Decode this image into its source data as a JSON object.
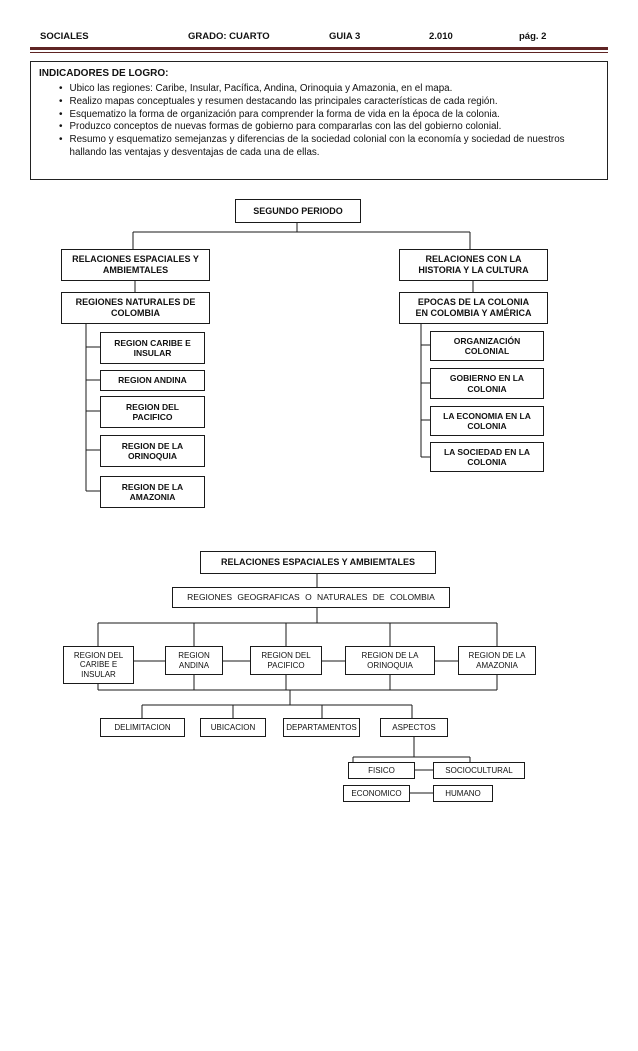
{
  "header": {
    "subject": "SOCIALES",
    "grade": "GRADO: CUARTO",
    "guide": "GUIA 3",
    "year": "2.010",
    "page": "pág. 2"
  },
  "indicators": {
    "title": "INDICADORES DE LOGRO:",
    "items": [
      "Ubico las regiones: Caribe, Insular, Pacífica, Andina, Orinoquia y Amazonia, en el mapa.",
      "Realizo mapas conceptuales y resumen destacando las principales características de cada región.",
      "Esquematizo la forma de organización para comprender la forma de vida en la época de la colonia.",
      "Produzco conceptos de nuevas formas de gobierno para compararlas con las del gobierno colonial.",
      "Resumo y esquematizo semejanzas y diferencias de la sociedad colonial con la economía y sociedad de nuestros hallando las ventajas y desventajas de cada una de ellas."
    ]
  },
  "diagram1": {
    "root": "SEGUNDO PERIODO",
    "left": {
      "level1": "RELACIONES ESPACIALES Y AMBIEMTALES",
      "level2": "REGIONES NATURALES DE COLOMBIA",
      "children": [
        "REGION CARIBE E INSULAR",
        "REGION ANDINA",
        "REGION DEL PACIFICO",
        "REGION DE LA ORINOQUIA",
        "REGION DE LA AMAZONIA"
      ]
    },
    "right": {
      "level1": "RELACIONES CON LA HISTORIA Y LA CULTURA",
      "level2": "EPOCAS DE LA COLONIA EN COLOMBIA Y AMÉRICA",
      "children": [
        "ORGANIZACIÓN COLONIAL",
        "GOBIERNO EN LA COLONIA",
        "LA ECONOMIA EN LA COLONIA",
        "LA SOCIEDAD EN LA COLONIA"
      ]
    }
  },
  "diagram2": {
    "root": "RELACIONES ESPACIALES Y AMBIEMTALES",
    "level2": "REGIONES GEOGRAFICAS O NATURALES DE COLOMBIA",
    "regions": [
      "REGION DEL CARIBE E INSULAR",
      "REGION ANDINA",
      "REGION DEL PACIFICO",
      "REGION DE LA ORINOQUIA",
      "REGION DE LA AMAZONIA"
    ],
    "subtopics": [
      "DELIMITACION",
      "UBICACION",
      "DEPARTAMENTOS",
      "ASPECTOS"
    ],
    "aspects": [
      "FISICO",
      "SOCIOCULTURAL",
      "ECONOMICO",
      "HUMANO"
    ]
  },
  "colors": {
    "rule": "#5f2423",
    "line": "#1a1a1a"
  }
}
